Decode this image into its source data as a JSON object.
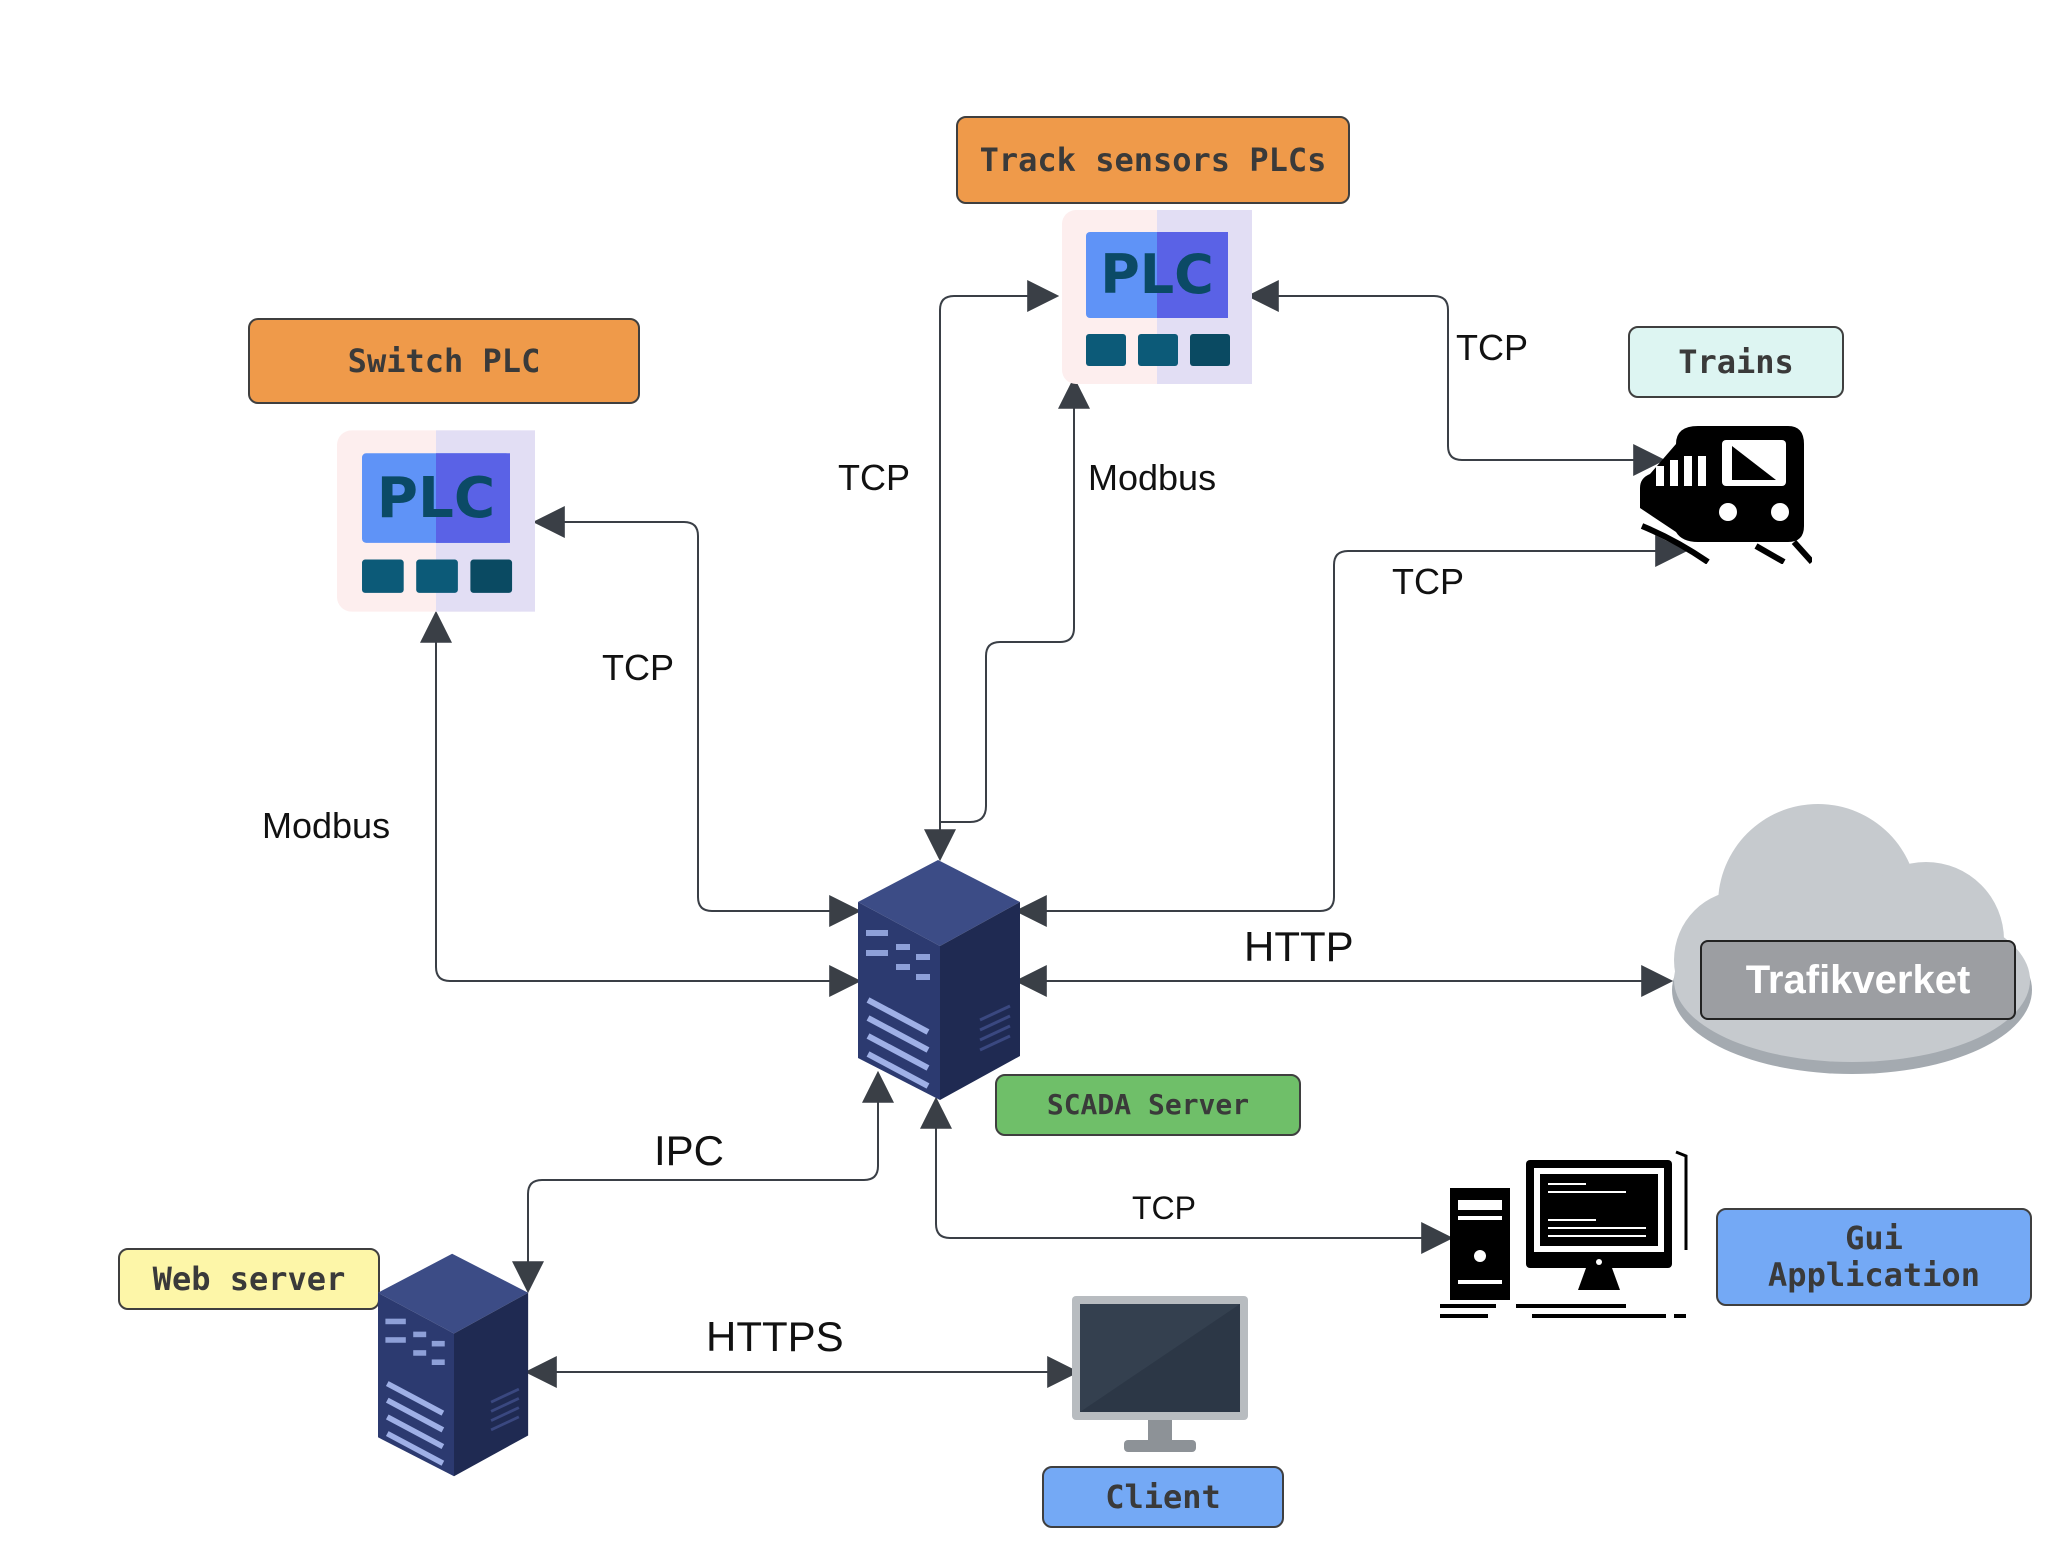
{
  "nodes": {
    "track_plcs": {
      "label": "Track sensors PLCs"
    },
    "switch_plc": {
      "label": "Switch PLC"
    },
    "trains": {
      "label": "Trains"
    },
    "scada": {
      "label": "SCADA Server"
    },
    "trafikverket": {
      "label": "Trafikverket"
    },
    "web_server": {
      "label": "Web server"
    },
    "gui_app": {
      "label": "Gui\nApplication"
    },
    "client": {
      "label": "Client"
    }
  },
  "plc_icon_text": "PLC",
  "edges": {
    "scada_track_tcp": "TCP",
    "scada_track_modbus": "Modbus",
    "track_trains_tcp": "TCP",
    "scada_trains_tcp": "TCP",
    "scada_switch_tcp": "TCP",
    "scada_switch_modbus": "Modbus",
    "scada_trafikverket_http": "HTTP",
    "scada_web_ipc": "IPC",
    "scada_gui_tcp": "TCP",
    "web_client_https": "HTTPS"
  },
  "colors": {
    "orange": "#ef9a4a",
    "teal_light": "#ddf5f2",
    "green": "#6fbf69",
    "yellow": "#fdf6a8",
    "blue": "#74a9f5",
    "gray_box": "#9c9ea2",
    "wire": "#3a3f46"
  },
  "icons": [
    "plc-icon",
    "server-icon",
    "train-icon",
    "cloud-icon",
    "desktop-computer-icon",
    "monitor-icon"
  ]
}
